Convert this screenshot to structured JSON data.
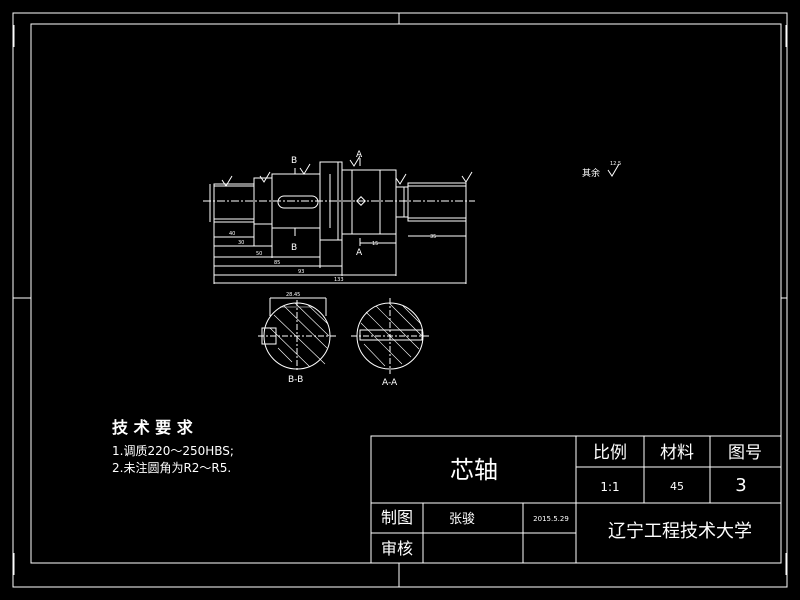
{
  "drawing": {
    "rough_label": "其余",
    "rough_value": "12.5",
    "section_b_label": "B",
    "section_b_bottom": "B",
    "section_a_label": "A",
    "section_a_bottom": "A",
    "view_bb_label": "B-B",
    "view_aa_label": "A-A",
    "dims": {
      "d40": "40",
      "d30": "30",
      "d50": "50",
      "d85": "85",
      "d93": "93",
      "d133": "133",
      "d35": "35",
      "d15": "15",
      "bb_width": "28.45"
    }
  },
  "tech": {
    "title": "技 术 要 求",
    "line1": "1.调质220～250HBS;",
    "line2": "2.未注圆角为R2～R5."
  },
  "titleblock": {
    "part_name": "芯轴",
    "scale_label": "比例",
    "material_label": "材料",
    "drawing_no_label": "图号",
    "scale_value": "1:1",
    "material_value": "45",
    "drawing_no_value": "3",
    "drawn_by_label": "制图",
    "drawn_by_name": "张骏",
    "date": "2015.5.29",
    "checked_label": "审核",
    "org": "辽宁工程技术大学"
  },
  "colors": {
    "background": "#000000",
    "lines": "#ffffff"
  }
}
